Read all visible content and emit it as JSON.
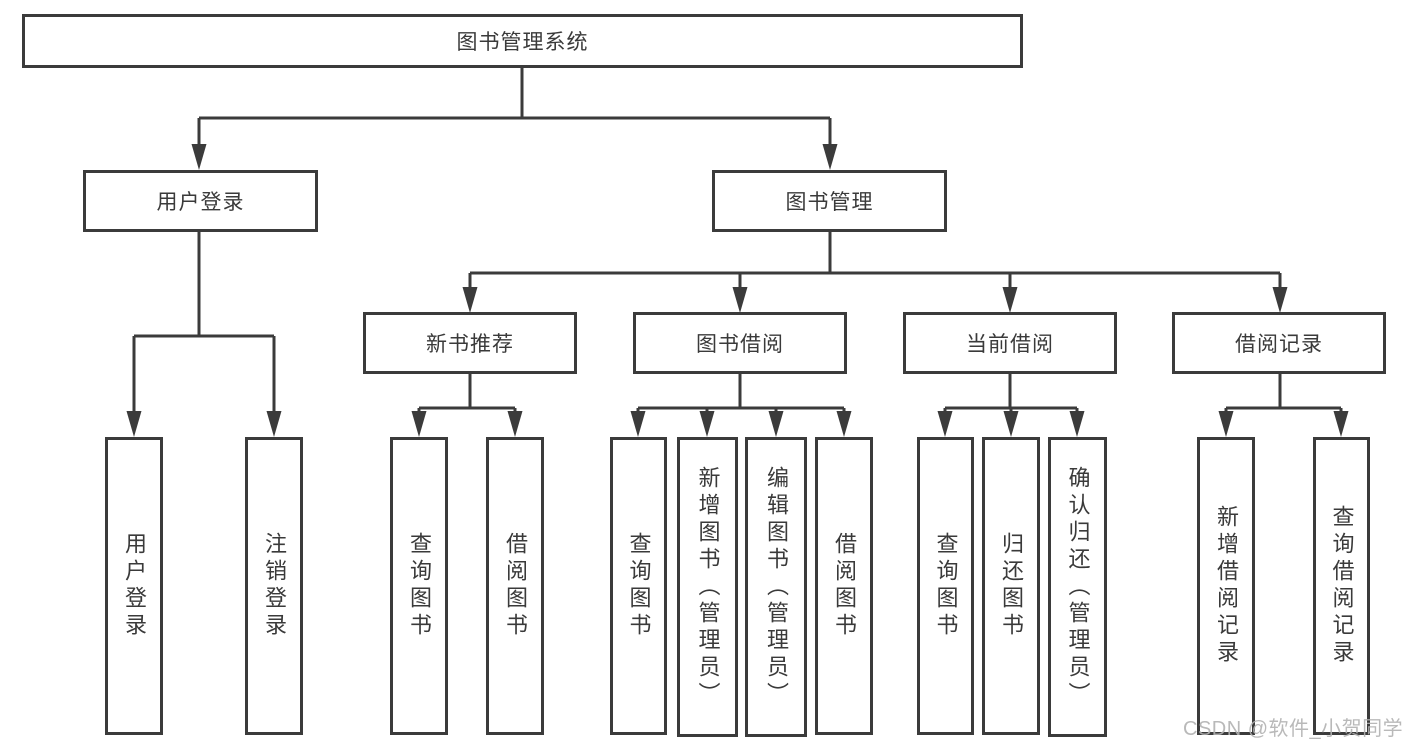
{
  "diagram": {
    "title": "图书管理系统",
    "level2": [
      {
        "label": "用户登录"
      },
      {
        "label": "图书管理"
      }
    ],
    "level3": [
      {
        "label": "新书推荐",
        "parent": "图书管理"
      },
      {
        "label": "图书借阅",
        "parent": "图书管理"
      },
      {
        "label": "当前借阅",
        "parent": "图书管理"
      },
      {
        "label": "借阅记录",
        "parent": "图书管理"
      }
    ],
    "leaves": [
      {
        "label": "用户登录",
        "parent": "用户登录"
      },
      {
        "label": "注销登录",
        "parent": "用户登录"
      },
      {
        "label": "查询图书",
        "parent": "新书推荐"
      },
      {
        "label": "借阅图书",
        "parent": "新书推荐"
      },
      {
        "label": "查询图书",
        "parent": "图书借阅"
      },
      {
        "label": "新增图书（管理员）",
        "parent": "图书借阅"
      },
      {
        "label": "编辑图书（管理员）",
        "parent": "图书借阅"
      },
      {
        "label": "借阅图书",
        "parent": "图书借阅"
      },
      {
        "label": "查询图书",
        "parent": "当前借阅"
      },
      {
        "label": "归还图书",
        "parent": "当前借阅"
      },
      {
        "label": "确认归还（管理员）",
        "parent": "当前借阅"
      },
      {
        "label": "新增借阅记录",
        "parent": "借阅记录"
      },
      {
        "label": "查询借阅记录",
        "parent": "借阅记录"
      }
    ]
  },
  "watermark": {
    "text": "CSDN @软件_小贺同学"
  },
  "colors": {
    "line": "#3b3b3b",
    "text": "#3a3a3a",
    "box_background": "#ffffff",
    "watermark": "#b2b2b2"
  }
}
